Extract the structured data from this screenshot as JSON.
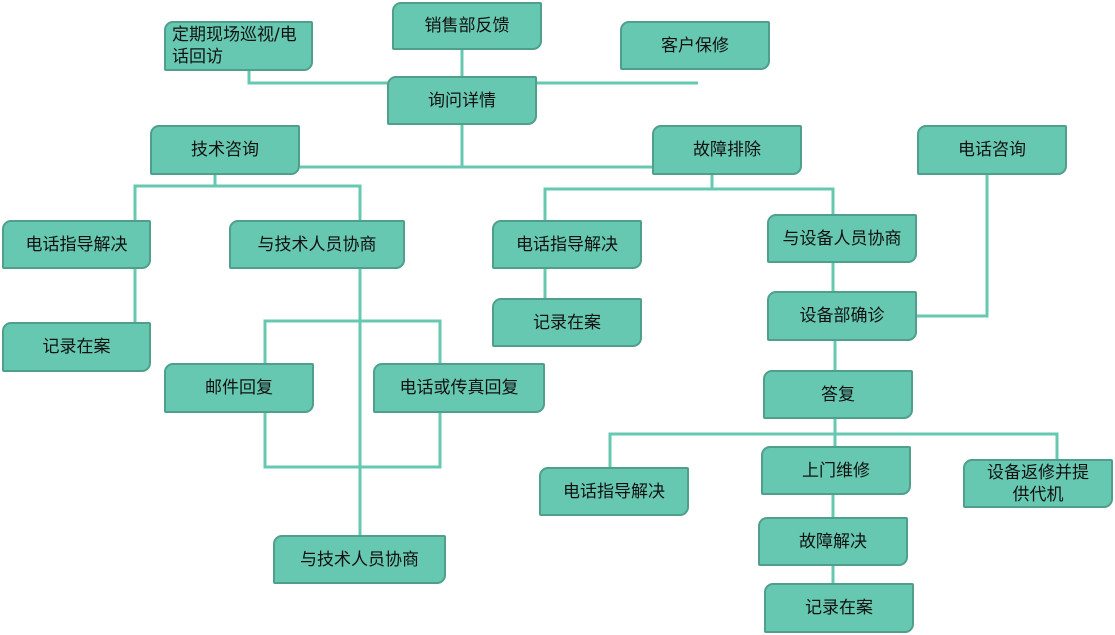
{
  "nodes": {
    "visit": "定期现场巡视/电话回访",
    "sales_feedback": "销售部反馈",
    "customer_warranty": "客户保修",
    "inquire": "询问详情",
    "tech_consult": "技术咨询",
    "troubleshoot": "故障排除",
    "phone_consult": "电话咨询",
    "phone_guide_1": "电话指导解决",
    "negotiate_tech_1": "与技术人员协商",
    "phone_guide_2": "电话指导解决",
    "negotiate_equip": "与设备人员协商",
    "record_1": "记录在案",
    "record_2": "记录在案",
    "equip_diagnose": "设备部确诊",
    "email_reply": "邮件回复",
    "phone_fax_reply": "电话或传真回复",
    "reply": "答复",
    "phone_guide_3": "电话指导解决",
    "onsite_repair": "上门维修",
    "return_repair": "设备返修并提供代机",
    "negotiate_tech_2": "与技术人员协商",
    "fault_resolved": "故障解决",
    "record_3": "记录在案"
  },
  "colors": {
    "box": "#66c8b1",
    "border": "#4f9f8c",
    "line": "#66c8b1"
  }
}
